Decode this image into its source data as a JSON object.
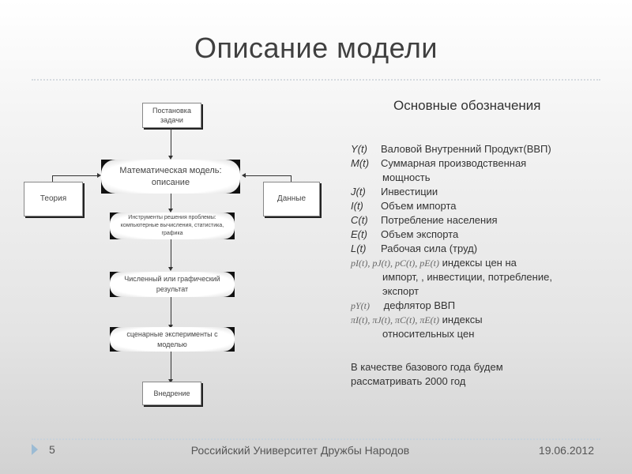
{
  "slide": {
    "title": "Описание модели",
    "footer": {
      "page_number": "5",
      "organization": "Российский Университет Дружбы Народов",
      "date": "19.06.2012"
    }
  },
  "flowchart": {
    "problem": "Постановка задачи",
    "model_line1": "Математическая модель:",
    "model_line2": "описание",
    "theory": "Теория",
    "data": "Данные",
    "tools_line1": "Инструменты решения проблемы:",
    "tools_line2": "компьютерные вычисления, статистика,",
    "tools_line3": "графика",
    "result_line1": "Численный или графический",
    "result_line2": "результат",
    "scenario_line1": "сценарные эксперименты с",
    "scenario_line2": "моделью",
    "implementation": "Внедрение"
  },
  "notation": {
    "heading": "Основные обозначения",
    "items": [
      {
        "symbol": "Y(t)",
        "description": "Валовой Внутренний Продукт(ВВП)"
      },
      {
        "symbol": "M(t)",
        "description": "Суммарная производственная",
        "continuation": "мощность"
      },
      {
        "symbol": "J(t)",
        "description": "Инвестиции"
      },
      {
        "symbol": "I(t)",
        "description": "Объем импорта"
      },
      {
        "symbol": "C(t)",
        "description": "Потребление населения"
      },
      {
        "symbol": "E(t)",
        "description": "Объем экспорта"
      },
      {
        "symbol": "L(t)",
        "description": "Рабочая сила (труд)"
      }
    ],
    "price_index_formula": "pI(t), pJ(t), pC(t), pE(t)",
    "price_index_text": "индексы цен на",
    "price_index_cont1": "импорт, , инвестиции, потребление,",
    "price_index_cont2": "экспорт",
    "deflator_formula": "pY(t)",
    "deflator_text": "дефлятор ВВП",
    "relative_formula": "πI(t), πJ(t), πC(t), πE(t)",
    "relative_text": "индексы",
    "relative_cont": "относительных цен",
    "note_line1": "В качестве базового года будем",
    "note_line2": "рассматривать 2000 год"
  },
  "colors": {
    "footer_arrow": "#9bbbd4",
    "divider": "#d6dbe0"
  }
}
